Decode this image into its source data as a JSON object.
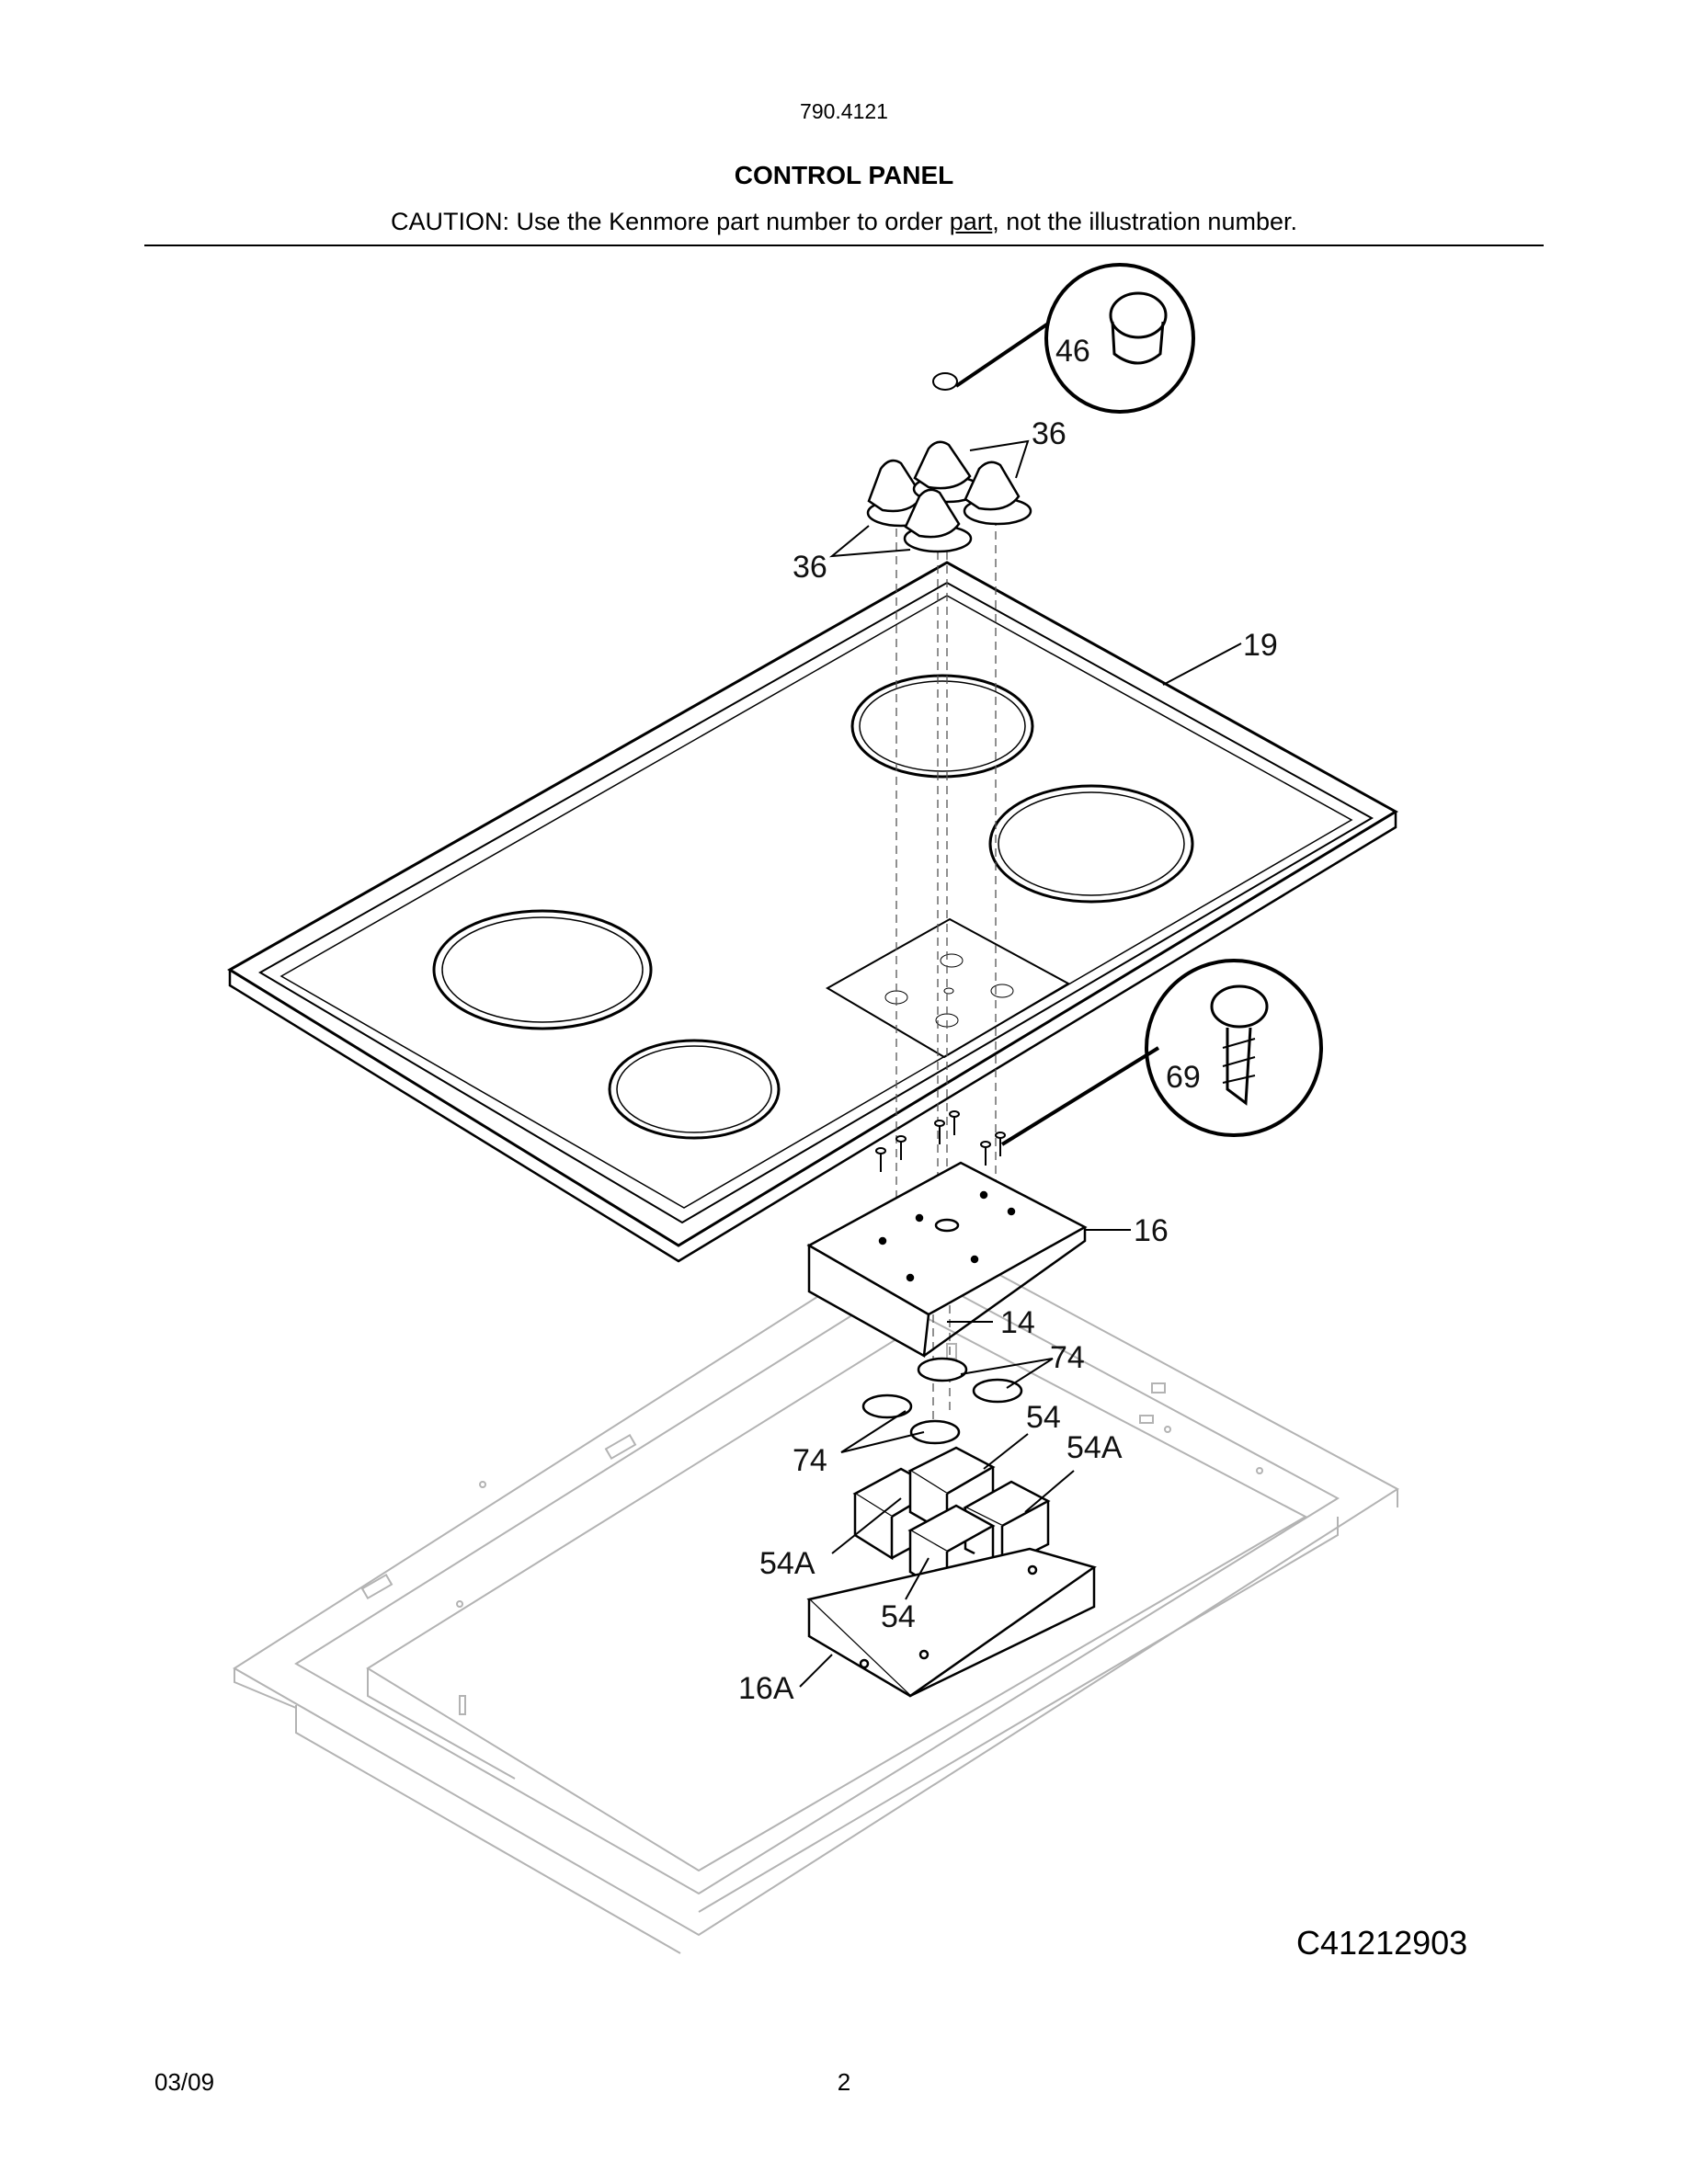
{
  "header": {
    "model": "790.4121",
    "title": "CONTROL PANEL",
    "caution_prefix": "CAUTION: Use the Kenmore part number to order ",
    "caution_link": "part",
    "caution_suffix": ", not the illustration number."
  },
  "callouts": {
    "c46": "46",
    "c36a": "36",
    "c36b": "36",
    "c19": "19",
    "c69": "69",
    "c16": "16",
    "c14": "14",
    "c74a": "74",
    "c54a": "54",
    "c54A_a": "54A",
    "c74b": "74",
    "c54A_b": "54A",
    "c54b": "54",
    "c16A": "16A"
  },
  "footer": {
    "figure_code": "C41212903",
    "date": "03/09",
    "page": "2"
  }
}
